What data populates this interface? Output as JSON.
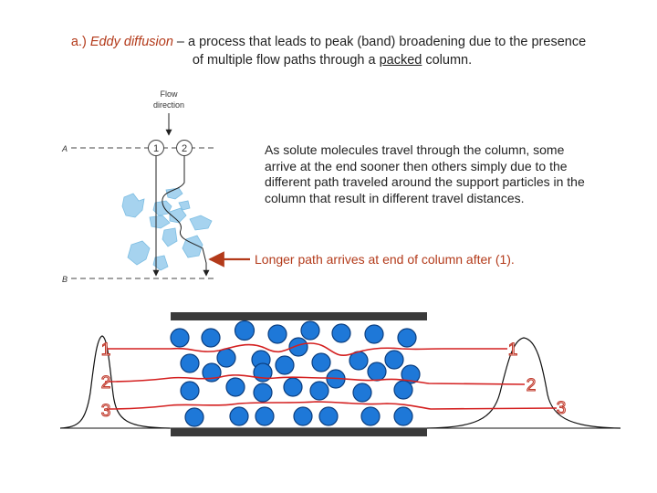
{
  "title": {
    "prefix": "a.) ",
    "term": "Eddy diffusion",
    "rest": " – a process that leads to peak (band) broadening due to the presence",
    "line2_pre": "of multiple flow paths through a ",
    "line2_underlined": "packed",
    "line2_post": " column."
  },
  "top_diagram": {
    "flow_label_1": "Flow",
    "flow_label_2": "direction",
    "mark_a": "A",
    "mark_b": "B",
    "path_1": "1",
    "path_2": "2"
  },
  "description": "As solute molecules travel through the column, some arrive at the end sooner then others simply due to the different path traveled around the support particles in the column that result in different travel distances.",
  "callout": "Longer path arrives at end of column after (1).",
  "bottom_diagram": {
    "left_labels": [
      "1",
      "2",
      "3"
    ],
    "right_labels": [
      "1",
      "2",
      "3"
    ]
  },
  "colors": {
    "accent_red": "#b33a1a",
    "path_red": "#d42020",
    "particle_blue": "#1e78d8",
    "particle_light_blue": "#9fd0ee"
  }
}
